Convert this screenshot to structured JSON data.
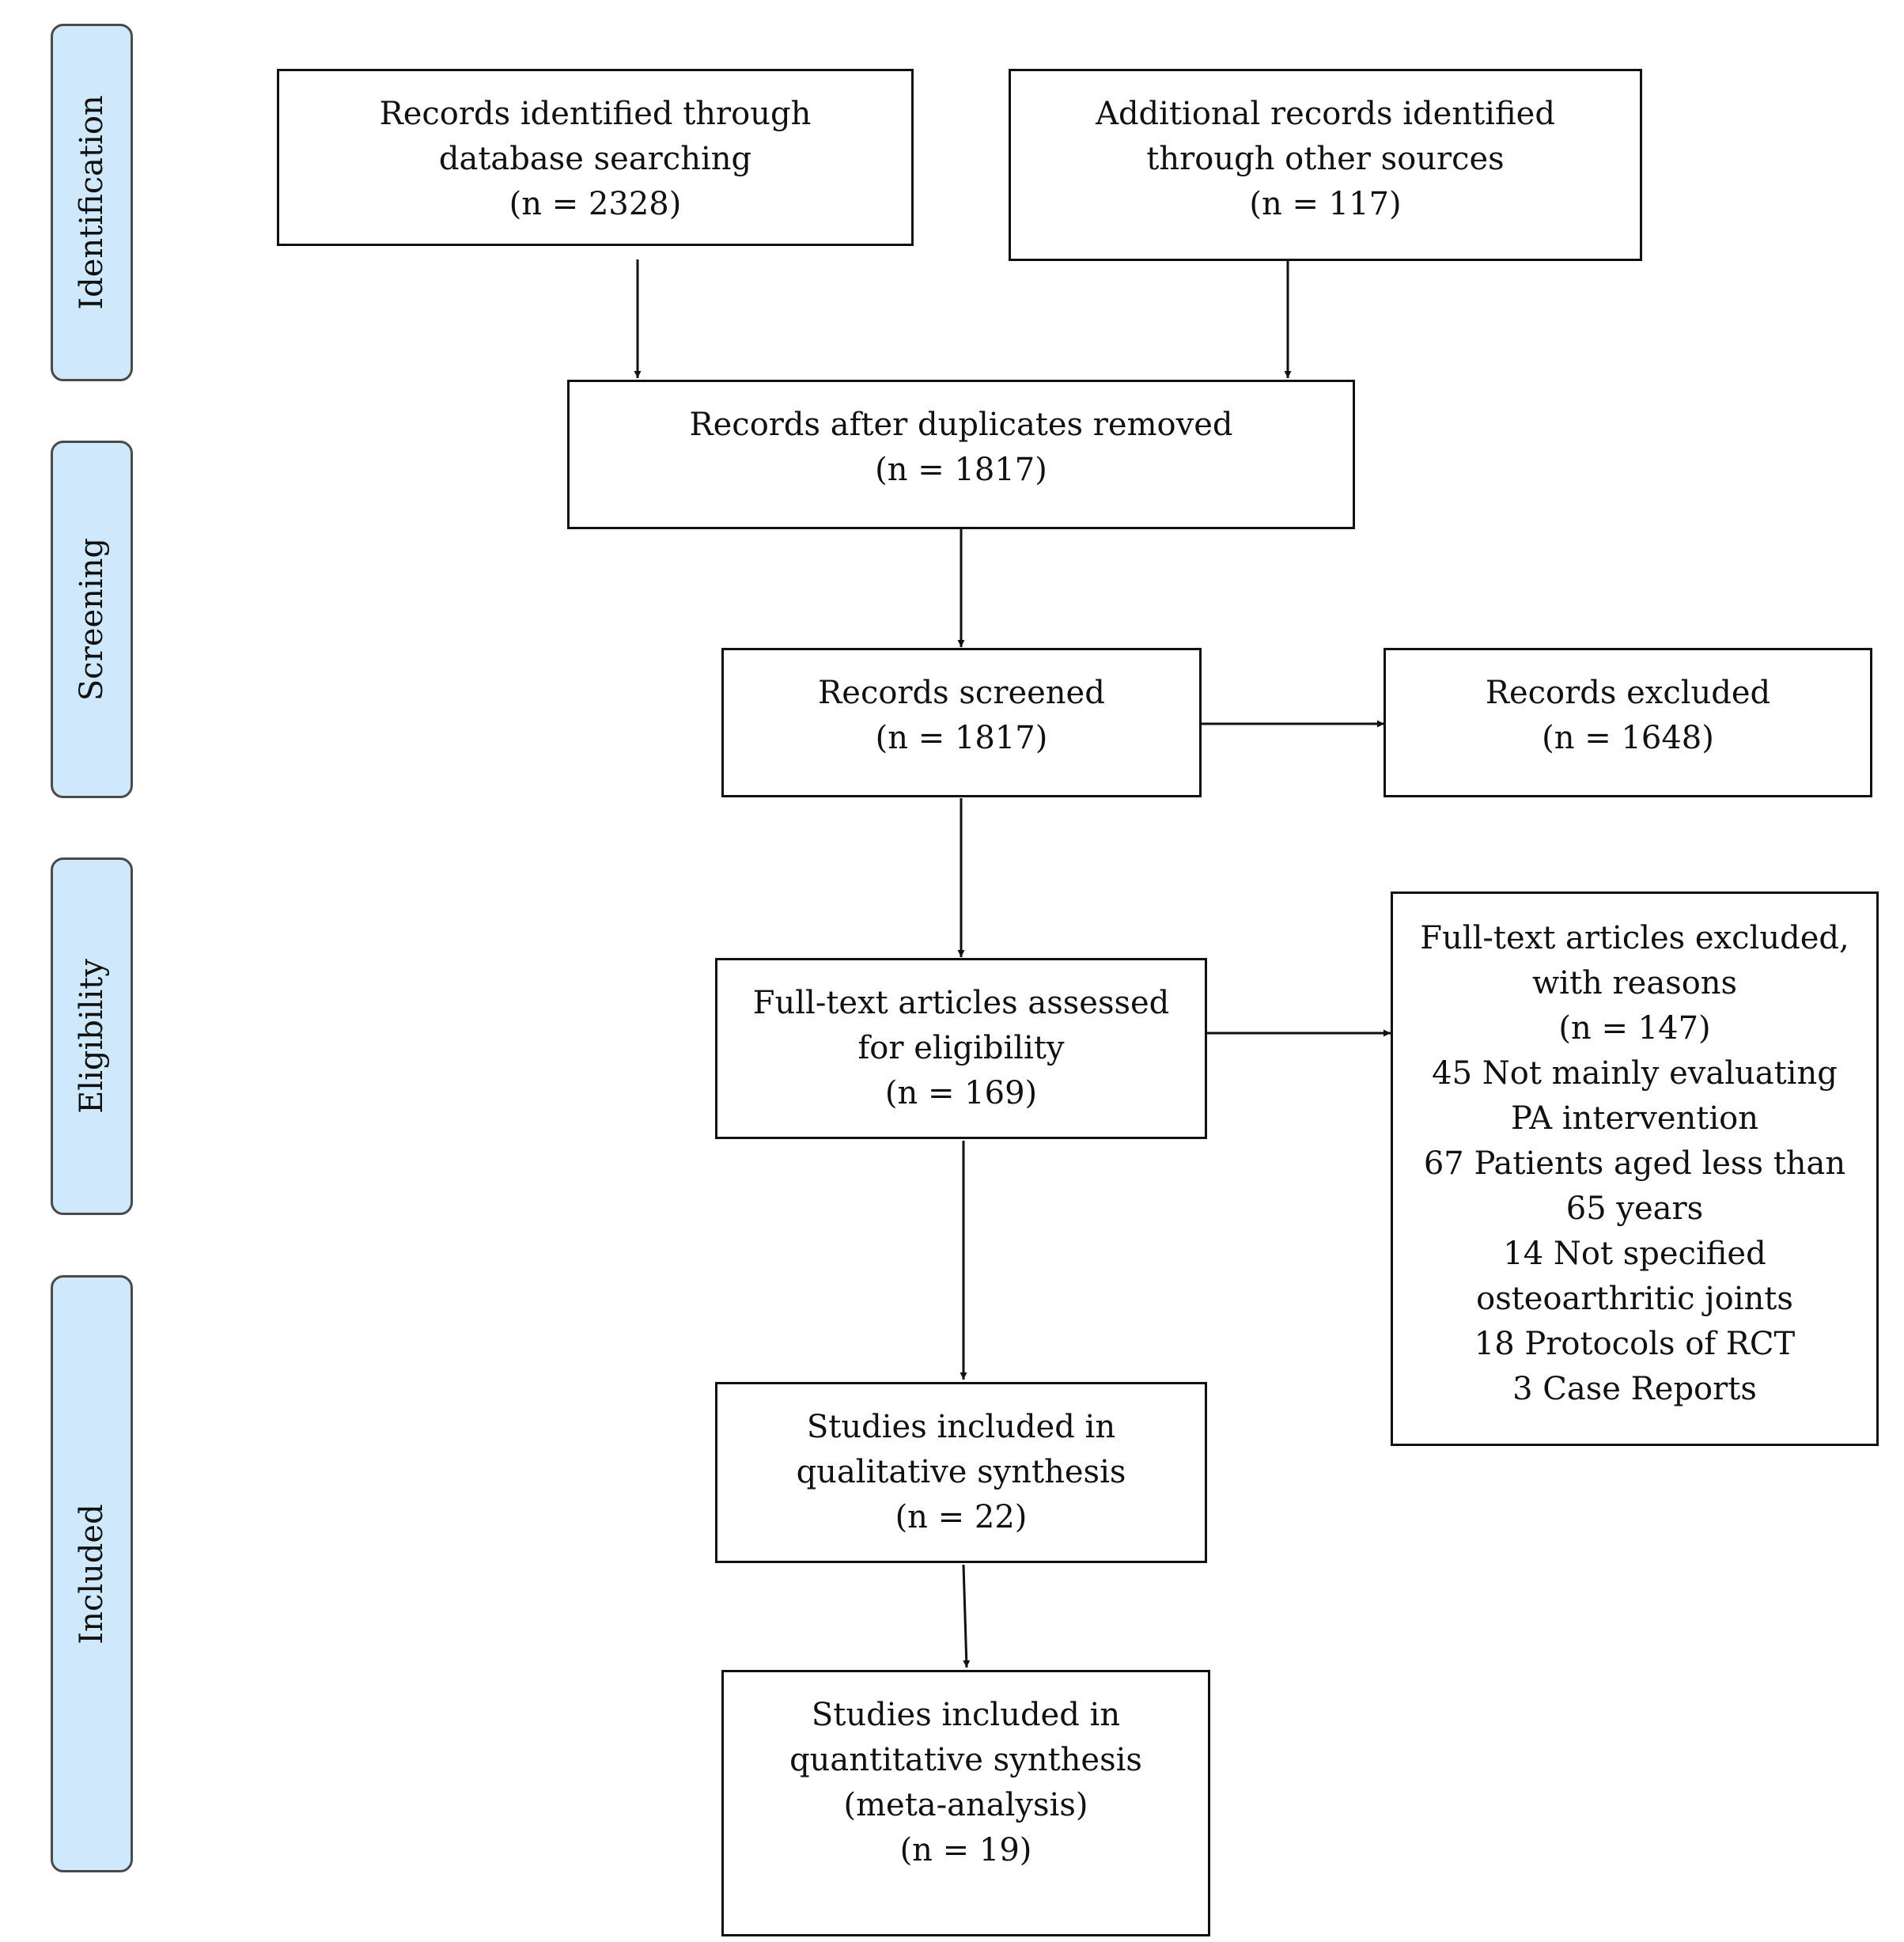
{
  "stages": {
    "identification": "Identification",
    "screening": "Screening",
    "eligibility": "Eligibility",
    "included": "Included"
  },
  "boxes": {
    "database": {
      "line1": "Records identified through",
      "line2": "database searching",
      "line3": "(n = 2328)"
    },
    "other_sources": {
      "line1": "Additional records identified",
      "line2": "through other sources",
      "line3": "(n = 117)"
    },
    "duplicates_removed": {
      "line1": "Records after duplicates removed",
      "line2": "(n = 1817)"
    },
    "screened": {
      "line1": "Records screened",
      "line2": "(n = 1817)"
    },
    "excluded": {
      "line1": "Records excluded",
      "line2": "(n = 1648)"
    },
    "full_text_assessed": {
      "line1": "Full-text articles assessed",
      "line2": "for eligibility",
      "line3": "(n = 169)"
    },
    "full_text_excluded": {
      "line1": "Full-text articles excluded,",
      "line2": "with reasons",
      "line3": "(n = 147)",
      "line4": "45 Not mainly evaluating",
      "line5": "PA intervention",
      "line6": "67 Patients aged less than",
      "line7": "65 years",
      "line8": "14 Not specified",
      "line9": "osteoarthritic joints",
      "line10": "18 Protocols of RCT",
      "line11": "3 Case Reports"
    },
    "qualitative": {
      "line1": "Studies included in",
      "line2": "qualitative synthesis",
      "line3": "(n = 22)"
    },
    "quantitative": {
      "line1": "Studies included in",
      "line2": "quantitative synthesis",
      "line3": "(meta-analysis)",
      "line4": "(n = 19)"
    }
  }
}
